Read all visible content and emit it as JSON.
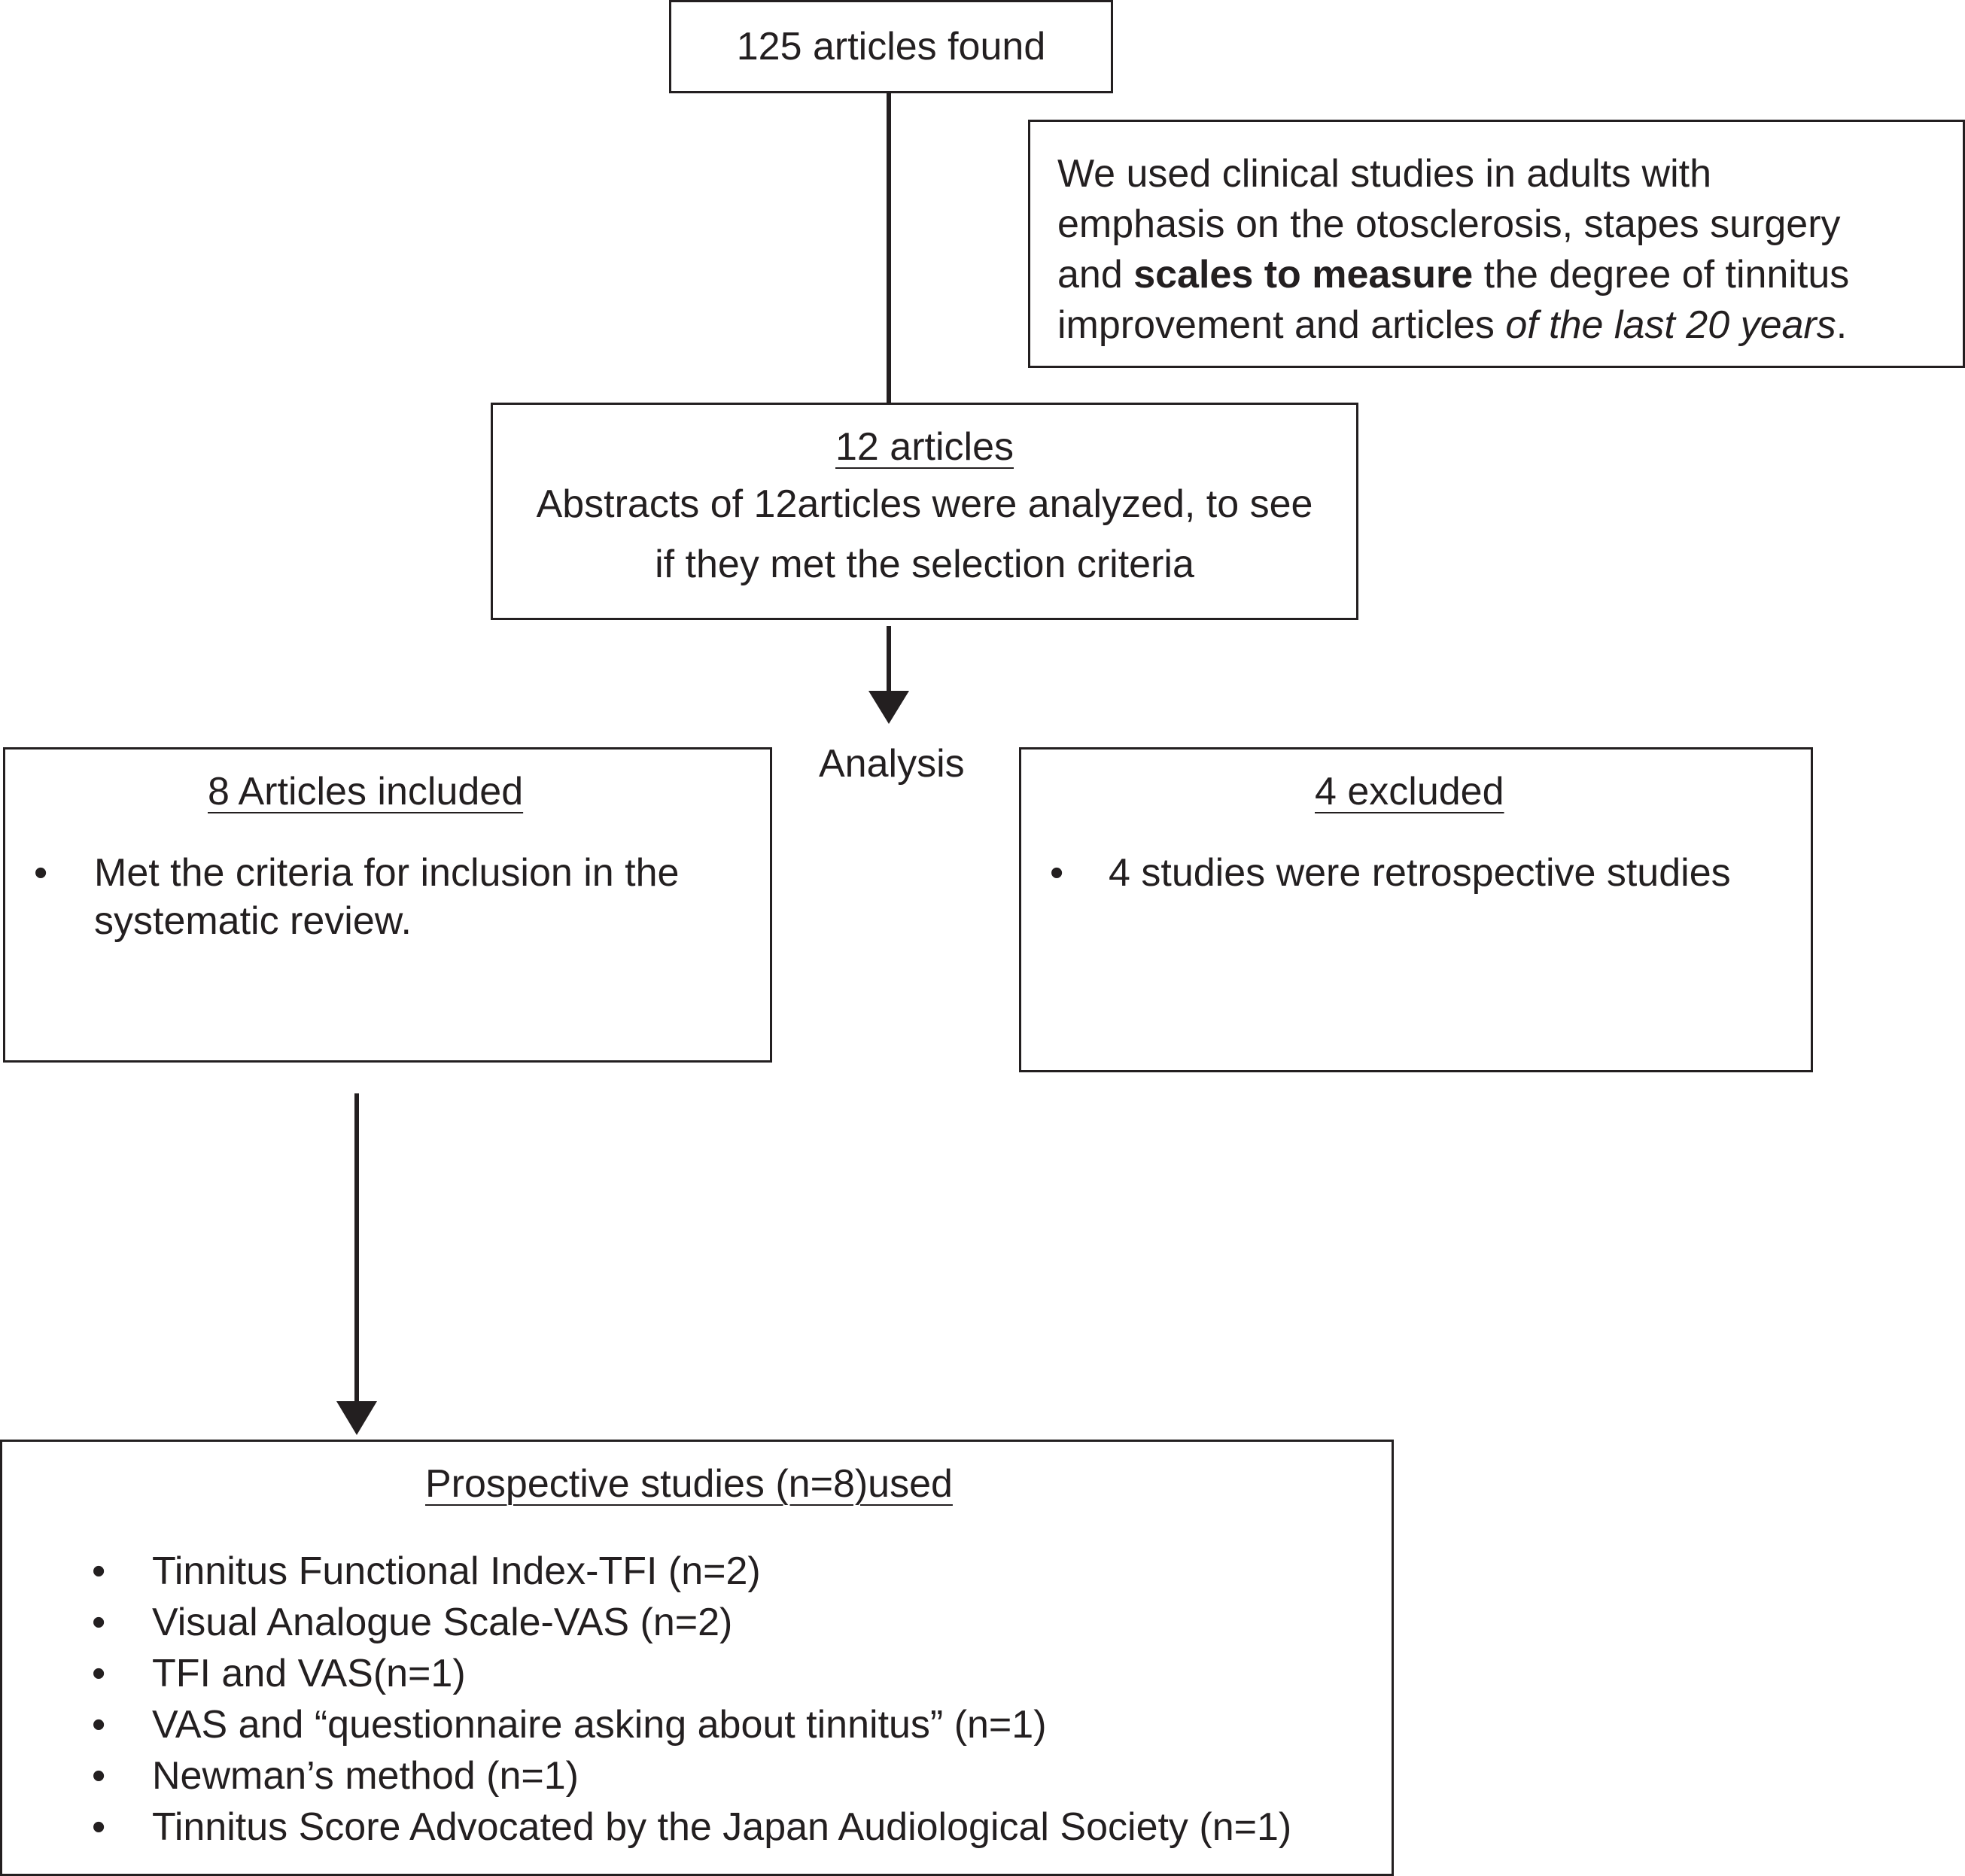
{
  "found": {
    "title": "125 articles found"
  },
  "criteria": {
    "line1": "We used clinical studies in adults with",
    "line2": "emphasis on the otosclerosis, stapes surgery",
    "line3_pre": "and ",
    "line3_bold": "scales to measure",
    "line3_post": " the degree of tinnitus",
    "line4_pre": "improvement and articles ",
    "line4_italic": "of the last 20 years",
    "line4_post": "."
  },
  "screening": {
    "title": "12 articles",
    "line1": "Abstracts of 12articles were analyzed, to see",
    "line2": "if they met the selection criteria"
  },
  "analysis_label": "Analysis",
  "included": {
    "title": "8 Articles included",
    "items": [
      "Met the criteria for inclusion in the systematic review."
    ]
  },
  "excluded": {
    "title": "4 excluded",
    "items": [
      "4 studies were  retrospective studies"
    ]
  },
  "final": {
    "title": "Prospective studies (n=8)used",
    "items": [
      "Tinnitus Functional Index-TFI (n=2)",
      "Visual Analogue Scale-VAS  (n=2)",
      "TFI and VAS(n=1)",
      "VAS and “questionnaire asking about tinnitus” (n=1)",
      "Newman’s method (n=1)",
      "Tinnitus Score Advocated by the Japan Audiological Society (n=1)"
    ]
  }
}
